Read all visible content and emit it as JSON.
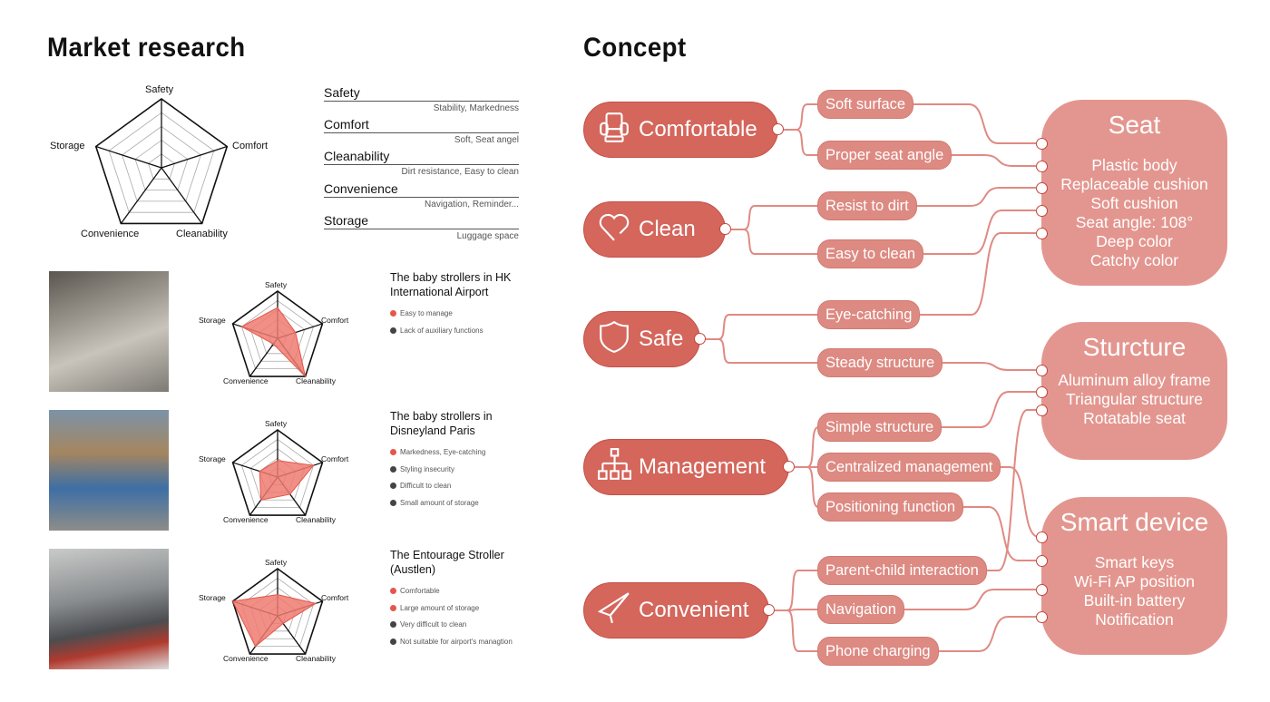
{
  "left": {
    "title": "Market research",
    "overview_axes": [
      "Safety",
      "Comfort",
      "Cleanability",
      "Convenience",
      "Storage"
    ],
    "criteria": [
      {
        "label": "Safety",
        "detail": "Stability, Markedness"
      },
      {
        "label": "Comfort",
        "detail": "Soft, Seat angel"
      },
      {
        "label": "Cleanability",
        "detail": "Dirt resistance, Easy to clean"
      },
      {
        "label": "Convenience",
        "detail": "Navigation,  Reminder..."
      },
      {
        "label": "Storage",
        "detail": "Luggage space"
      }
    ],
    "products": [
      {
        "title": "The baby strollers in HK International Airport",
        "notes": [
          {
            "text": "Easy to manage",
            "type": "positive"
          },
          {
            "text": "Lack of auxiliary functions",
            "type": "negative"
          }
        ]
      },
      {
        "title": "The baby strollers in Disneyland Paris",
        "notes": [
          {
            "text": "Markedness, Eye-catching",
            "type": "positive"
          },
          {
            "text": "Styling insecurity",
            "type": "negative"
          },
          {
            "text": "Difficult to clean",
            "type": "negative"
          },
          {
            "text": "Small amount of storage",
            "type": "negative"
          }
        ]
      },
      {
        "title": "The Entourage Stroller (Austlen)",
        "notes": [
          {
            "text": "Comfortable",
            "type": "positive"
          },
          {
            "text": "Large amount of storage",
            "type": "positive"
          },
          {
            "text": "Very difficult to clean",
            "type": "negative"
          },
          {
            "text": "Not suitable for airport's managtion",
            "type": "negative"
          }
        ]
      }
    ]
  },
  "chart_data": [
    {
      "type": "radar",
      "title": "The baby strollers in HK International Airport",
      "axes": [
        "Safety",
        "Comfort",
        "Cleanability",
        "Convenience",
        "Storage"
      ],
      "values": [
        0.65,
        0.4,
        1.0,
        0.15,
        0.8
      ],
      "range": [
        0,
        1
      ]
    },
    {
      "type": "radar",
      "title": "The baby strollers in Disneyland Paris",
      "axes": [
        "Safety",
        "Comfort",
        "Cleanability",
        "Convenience",
        "Storage"
      ],
      "values": [
        0.35,
        0.8,
        0.45,
        0.6,
        0.4
      ],
      "range": [
        0,
        1
      ]
    },
    {
      "type": "radar",
      "title": "The Entourage Stroller (Austlen)",
      "axes": [
        "Safety",
        "Comfort",
        "Cleanability",
        "Convenience",
        "Storage"
      ],
      "values": [
        0.45,
        0.85,
        0.2,
        0.8,
        1.0
      ],
      "range": [
        0,
        1
      ]
    }
  ],
  "colors": {
    "positive": "#e4574c",
    "negative": "#444444",
    "main": "#d4665c",
    "sub": "#dd8a82",
    "box": "#e3968f"
  },
  "right": {
    "title": "Concept",
    "concepts": [
      {
        "label": "Comfortable",
        "icon": "armchair-icon"
      },
      {
        "label": "Clean",
        "icon": "heart-icon"
      },
      {
        "label": "Safe",
        "icon": "shield-icon"
      },
      {
        "label": "Management",
        "icon": "hierarchy-icon"
      },
      {
        "label": "Convenient",
        "icon": "paper-plane-icon"
      }
    ],
    "features": [
      {
        "label": "Soft surface",
        "concept": 0,
        "target": [
          0,
          0
        ]
      },
      {
        "label": "Proper seat angle",
        "concept": 0,
        "target": [
          0,
          1
        ]
      },
      {
        "label": "Resist to dirt",
        "concept": 1,
        "target": [
          0,
          2
        ]
      },
      {
        "label": "Easy to clean",
        "concept": 1,
        "target": [
          0,
          3
        ]
      },
      {
        "label": "Eye-catching",
        "concept": 2,
        "target": [
          0,
          4
        ]
      },
      {
        "label": "Steady structure",
        "concept": 2,
        "target": [
          1,
          0
        ]
      },
      {
        "label": "Simple structure",
        "concept": 3,
        "target": [
          1,
          1
        ]
      },
      {
        "label": "Centralized management",
        "concept": 3,
        "target": [
          2,
          0
        ]
      },
      {
        "label": "Positioning function",
        "concept": 3,
        "target": [
          2,
          1
        ]
      },
      {
        "label": "Parent-child interaction",
        "concept": 4,
        "target": [
          1,
          2
        ]
      },
      {
        "label": "Navigation",
        "concept": 4,
        "target": [
          2,
          2
        ]
      },
      {
        "label": "Phone charging",
        "concept": 4,
        "target": [
          2,
          3
        ]
      }
    ],
    "outcomes": [
      {
        "title": "Seat",
        "items": [
          "Plastic body",
          "Replaceable cushion",
          "Soft cushion",
          "Seat angle: 108°",
          "Deep color",
          "Catchy color"
        ]
      },
      {
        "title": "Sturcture",
        "items": [
          "Aluminum alloy frame",
          "Triangular structure",
          "Rotatable seat"
        ]
      },
      {
        "title": "Smart device",
        "items": [
          "Smart keys",
          "Wi-Fi AP position",
          "Built-in battery",
          "Notification"
        ]
      }
    ]
  }
}
